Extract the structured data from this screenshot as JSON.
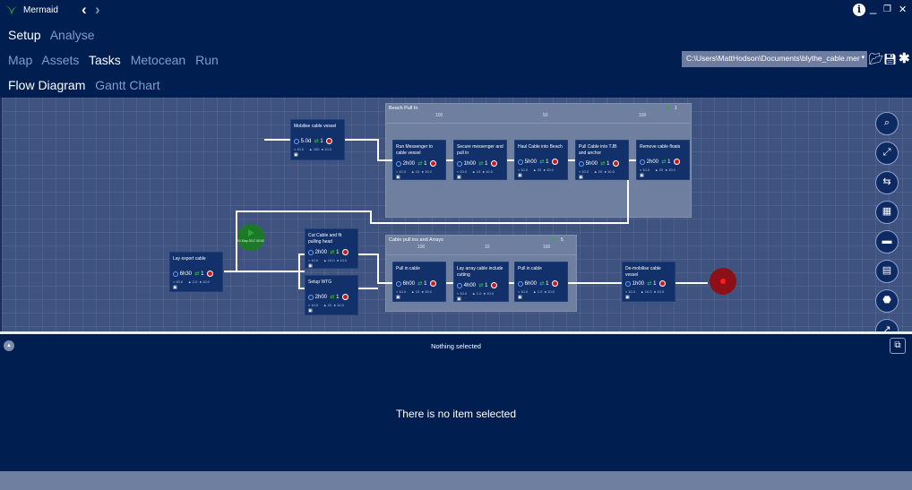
{
  "app": {
    "name": "Mermaid",
    "back_icon": "chevron-left-icon",
    "forward_icon": "chevron-right-icon"
  },
  "window": {
    "info": "i",
    "minimize": "_",
    "restore": "❐",
    "close": "✕"
  },
  "menus": {
    "level1": [
      {
        "label": "Setup",
        "active": true
      },
      {
        "label": "Analyse",
        "active": false
      }
    ],
    "level2": [
      {
        "label": "Map",
        "active": false
      },
      {
        "label": "Assets",
        "active": false
      },
      {
        "label": "Tasks",
        "active": true
      },
      {
        "label": "Metocean",
        "active": false
      },
      {
        "label": "Run",
        "active": false
      }
    ],
    "level3": [
      {
        "label": "Flow Diagram",
        "active": true
      },
      {
        "label": "Gantt Chart",
        "active": false
      }
    ]
  },
  "file": {
    "path": "C:\\Users\\MattHodson\\Documents\\blythe_cable.mer",
    "dropdown": "▾",
    "open_icon": "folder-open-icon",
    "save_icon": "save-icon",
    "settings_icon": "asterisk-icon"
  },
  "flow": {
    "start": {
      "label": "01 May 2017 00:00"
    },
    "groups": [
      {
        "title": "Beach Pull In",
        "meta": [
          "100",
          "50",
          "100"
        ],
        "repeat": "1"
      },
      {
        "title": "Cable pull ins and Arrays",
        "meta": [
          "100",
          "10",
          "100"
        ],
        "repeat": "5"
      }
    ],
    "tasks": [
      {
        "name": "Mobilise cable vessel",
        "duration": "5.0d",
        "repeat": "1",
        "m": [
          "10.0",
          "100",
          "10.0"
        ]
      },
      {
        "name": "Run Messenger to cable vessel",
        "duration": "2h00",
        "repeat": "1",
        "m": [
          "10.0",
          "10",
          "10.0"
        ]
      },
      {
        "name": "Secure messenger and pull in",
        "duration": "1h00",
        "repeat": "1",
        "m": [
          "10.0",
          "10",
          "10.0"
        ]
      },
      {
        "name": "Haul Cable into Beach",
        "duration": "5h00",
        "repeat": "1",
        "m": [
          "10.0",
          "20",
          "10.0"
        ]
      },
      {
        "name": "Pull Cable into TJB and anchor",
        "duration": "5h00",
        "repeat": "1",
        "m": [
          "10.0",
          "20",
          "10.0"
        ]
      },
      {
        "name": "Remove cable floats",
        "duration": "2h00",
        "repeat": "1",
        "m": [
          "10.0",
          "20",
          "10.0"
        ]
      },
      {
        "name": "Lay export cable",
        "duration": "6h30",
        "repeat": "1",
        "m": [
          "20.0",
          "2.0",
          "10.0"
        ]
      },
      {
        "name": "Cut Cable and fit pulling head",
        "duration": "2h00",
        "repeat": "1",
        "m": [
          "10.0",
          "10.0",
          "10.0"
        ]
      },
      {
        "name": "Setup WTG",
        "duration": "2h00",
        "repeat": "1",
        "m": [
          "10.0",
          "10",
          "10.0"
        ]
      },
      {
        "name": "Pull in cable",
        "duration": "6h00",
        "repeat": "1",
        "m": [
          "10.0",
          "10",
          "10.0"
        ]
      },
      {
        "name": "Lay array cable include cutting",
        "duration": "4h00",
        "repeat": "1",
        "m": [
          "10.0",
          "1.0",
          "10.0"
        ]
      },
      {
        "name": "Pull in cable",
        "duration": "6h00",
        "repeat": "1",
        "m": [
          "10.0",
          "1.0",
          "10.0"
        ]
      },
      {
        "name": "De-mobilise cable vessel",
        "duration": "1h00",
        "repeat": "1",
        "m": [
          "10.0",
          "10.0",
          "10.0"
        ]
      }
    ],
    "side_tools": [
      {
        "icon": "search-icon",
        "glyph": "⌕"
      },
      {
        "icon": "fit-screen-icon",
        "glyph": "⤢"
      },
      {
        "icon": "layout-icon",
        "glyph": "⇆"
      },
      {
        "icon": "grid-icon",
        "glyph": "▦"
      },
      {
        "icon": "card-icon",
        "glyph": "▬"
      },
      {
        "icon": "calendar-icon",
        "glyph": "▤"
      },
      {
        "icon": "stop-icon",
        "glyph": "⬣"
      },
      {
        "icon": "share-icon",
        "glyph": "↗"
      }
    ]
  },
  "details": {
    "header": "Nothing selected",
    "message": "There is no item selected",
    "collapse": "▲",
    "popout": "⧉"
  },
  "colors": {
    "background": "#001e50",
    "canvas": "#3f5380",
    "task": "#12306a",
    "group": "#6f7f9f",
    "start": "#1b7a26",
    "end": "#8d1016"
  }
}
